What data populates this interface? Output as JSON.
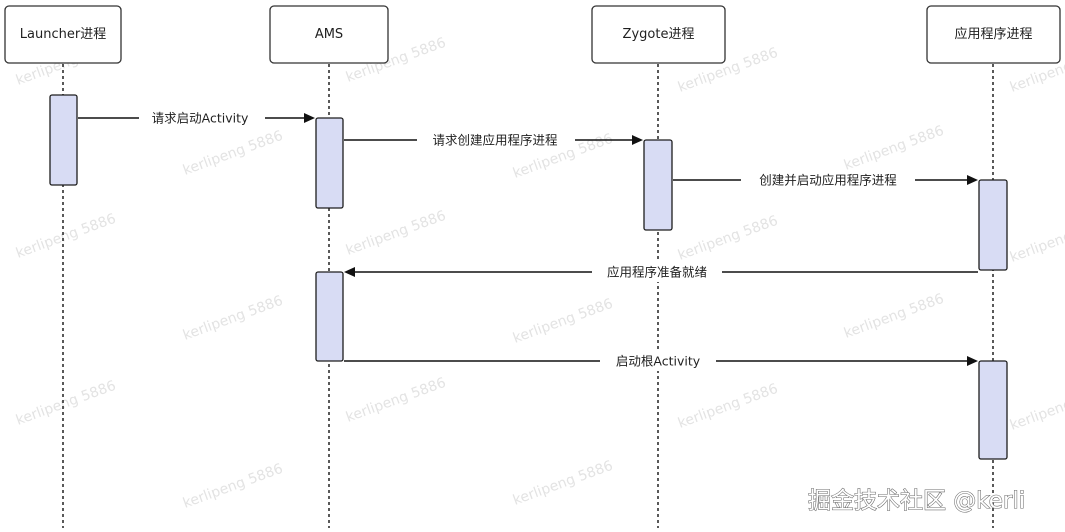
{
  "participants": [
    {
      "id": "launcher",
      "label": "Launcher进程"
    },
    {
      "id": "ams",
      "label": "AMS"
    },
    {
      "id": "zygote",
      "label": "Zygote进程"
    },
    {
      "id": "app",
      "label": "应用程序进程"
    }
  ],
  "messages": [
    {
      "from": "launcher",
      "to": "ams",
      "label": "请求启动Activity"
    },
    {
      "from": "ams",
      "to": "zygote",
      "label": "请求创建应用程序进程"
    },
    {
      "from": "zygote",
      "to": "app",
      "label": "创建并启动应用程序进程"
    },
    {
      "from": "app",
      "to": "ams",
      "label": "应用程序准备就绪"
    },
    {
      "from": "ams",
      "to": "app",
      "label": "启动根Activity"
    }
  ],
  "watermark": {
    "text": "kerlipeng 5886",
    "brand": "掘金技术社区 @kerli"
  },
  "colors": {
    "activation_fill": "#d8dcf4",
    "line": "#111111"
  }
}
